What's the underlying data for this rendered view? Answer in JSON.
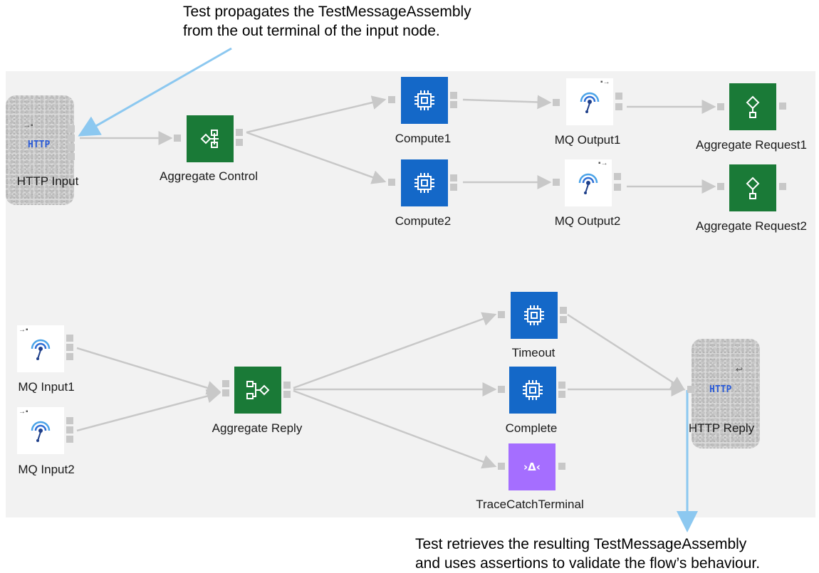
{
  "annotations": {
    "top_line1": "Test propagates the TestMessageAssembly",
    "top_line2": "from the out terminal of the input node.",
    "bottom_line1": "Test retrieves the resulting TestMessageAssembly",
    "bottom_line2": "and uses assertions to validate the flow’s behaviour."
  },
  "nodes": {
    "http_input": {
      "label": "HTTP Input",
      "icon_text": "HTTP"
    },
    "aggregate_control": {
      "label": "Aggregate Control"
    },
    "compute1": {
      "label": "Compute1"
    },
    "compute2": {
      "label": "Compute2"
    },
    "mq_output1": {
      "label": "MQ Output1"
    },
    "mq_output2": {
      "label": "MQ Output2"
    },
    "aggregate_request1": {
      "label": "Aggregate Request1"
    },
    "aggregate_request2": {
      "label": "Aggregate Request2"
    },
    "mq_input1": {
      "label": "MQ Input1"
    },
    "mq_input2": {
      "label": "MQ Input2"
    },
    "aggregate_reply": {
      "label": "Aggregate Reply"
    },
    "timeout": {
      "label": "Timeout"
    },
    "complete": {
      "label": "Complete"
    },
    "trace_catch_terminal": {
      "label": "TraceCatchTerminal"
    },
    "http_reply": {
      "label": "HTTP Reply",
      "icon_text": "HTTP"
    }
  },
  "colors": {
    "compute": "#1468c8",
    "aggregate": "#1a7a37",
    "trace": "#a56eff",
    "annotation_arrow": "#8cc8f0",
    "connector": "#c8c8c8"
  }
}
